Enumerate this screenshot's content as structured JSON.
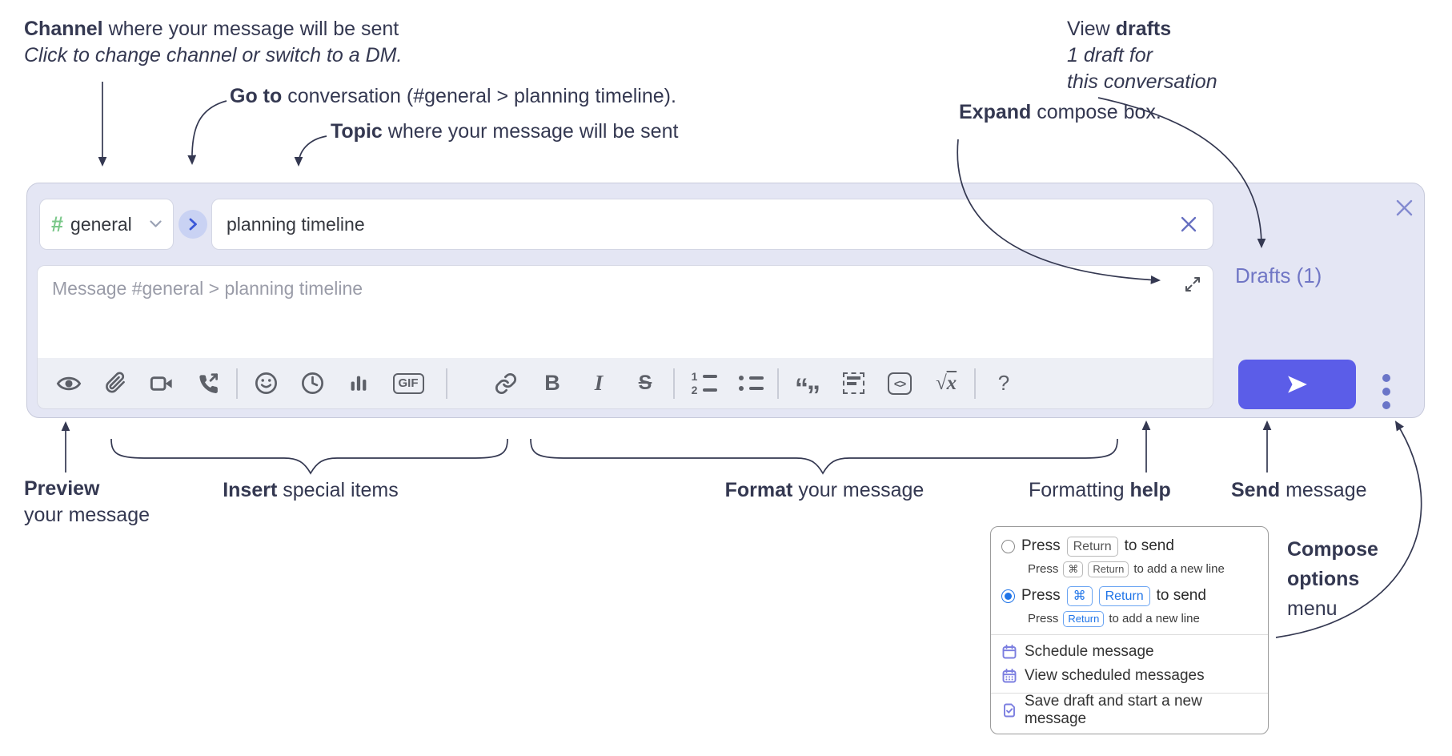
{
  "annotations": {
    "channel": {
      "bold": "Channel",
      "rest": " where your message will be sent",
      "line2": "Click to change channel or switch to a DM."
    },
    "goto": {
      "bold": "Go to",
      "rest": " conversation (#general > planning timeline)."
    },
    "topic": {
      "bold": "Topic",
      "rest": " where your message will be sent"
    },
    "expand": {
      "bold": "Expand",
      "rest": " compose box."
    },
    "drafts": {
      "line1_pre": "View ",
      "line1_bold": "drafts",
      "line2": "1 draft for",
      "line3": "this conversation"
    },
    "preview": {
      "bold": "Preview",
      "line2": "your message"
    },
    "insert": {
      "bold": "Insert",
      "rest": " special items"
    },
    "format": {
      "bold": "Format",
      "rest": " your message"
    },
    "formatting_help": {
      "pre": "Formatting ",
      "bold": "help"
    },
    "send": {
      "bold": "Send",
      "rest": " message"
    },
    "compose_options": {
      "line1": "Compose",
      "line2": "options",
      "line3": "menu"
    }
  },
  "compose": {
    "channel_selector": {
      "hash_glyph": "#",
      "label": "general"
    },
    "topic_input": {
      "value": "planning timeline"
    },
    "message_input": {
      "placeholder": "Message #general > planning timeline"
    },
    "drafts_link_label": "Drafts (1)",
    "toolbar": {
      "icons": [
        "preview",
        "attach-file",
        "add-video-call",
        "add-voice-call",
        "emoji",
        "add-global-time",
        "add-poll",
        "add-gif",
        "link",
        "bold",
        "italic",
        "strikethrough",
        "numbered-list",
        "bulleted-list",
        "quote",
        "spoiler",
        "code",
        "math",
        "message-formatting"
      ],
      "bold_label": "B",
      "italic_label": "I",
      "strike_label": "S",
      "gif_label": "GIF",
      "code_label": "<>",
      "math_root": "√",
      "math_x": "x",
      "help_label": "?",
      "ol_1": "1",
      "ol_2": "2",
      "quote_open": "“",
      "quote_close": "”"
    }
  },
  "popup": {
    "options": [
      {
        "press": "Press",
        "key": "Return",
        "suffix": "to send",
        "sub_press": "Press",
        "sub_key1": "⌘",
        "sub_key2": "Return",
        "sub_suffix": "to add a new line",
        "selected": false
      },
      {
        "press": "Press",
        "key1": "⌘",
        "key2": "Return",
        "suffix": "to send",
        "sub_press": "Press",
        "sub_key": "Return",
        "sub_suffix": "to add a new line",
        "selected": true
      }
    ],
    "menu_items": [
      {
        "label": "Schedule message"
      },
      {
        "label": "View scheduled messages"
      },
      {
        "label": "Save draft and start a new message"
      }
    ]
  },
  "colors": {
    "annotation_ink": "#343851",
    "compose_bg": "#e4e6f4",
    "accent_send": "#5b5de8",
    "drafts_link": "#7076c5",
    "toolbar_icon": "#5d6068",
    "channel_hash": "#7bc88a",
    "goto_chevron": "#3a57d8",
    "radio_selected": "#1f74e8",
    "key_highlight": "#1f74e8",
    "menu_icon": "#7b7ee0"
  }
}
